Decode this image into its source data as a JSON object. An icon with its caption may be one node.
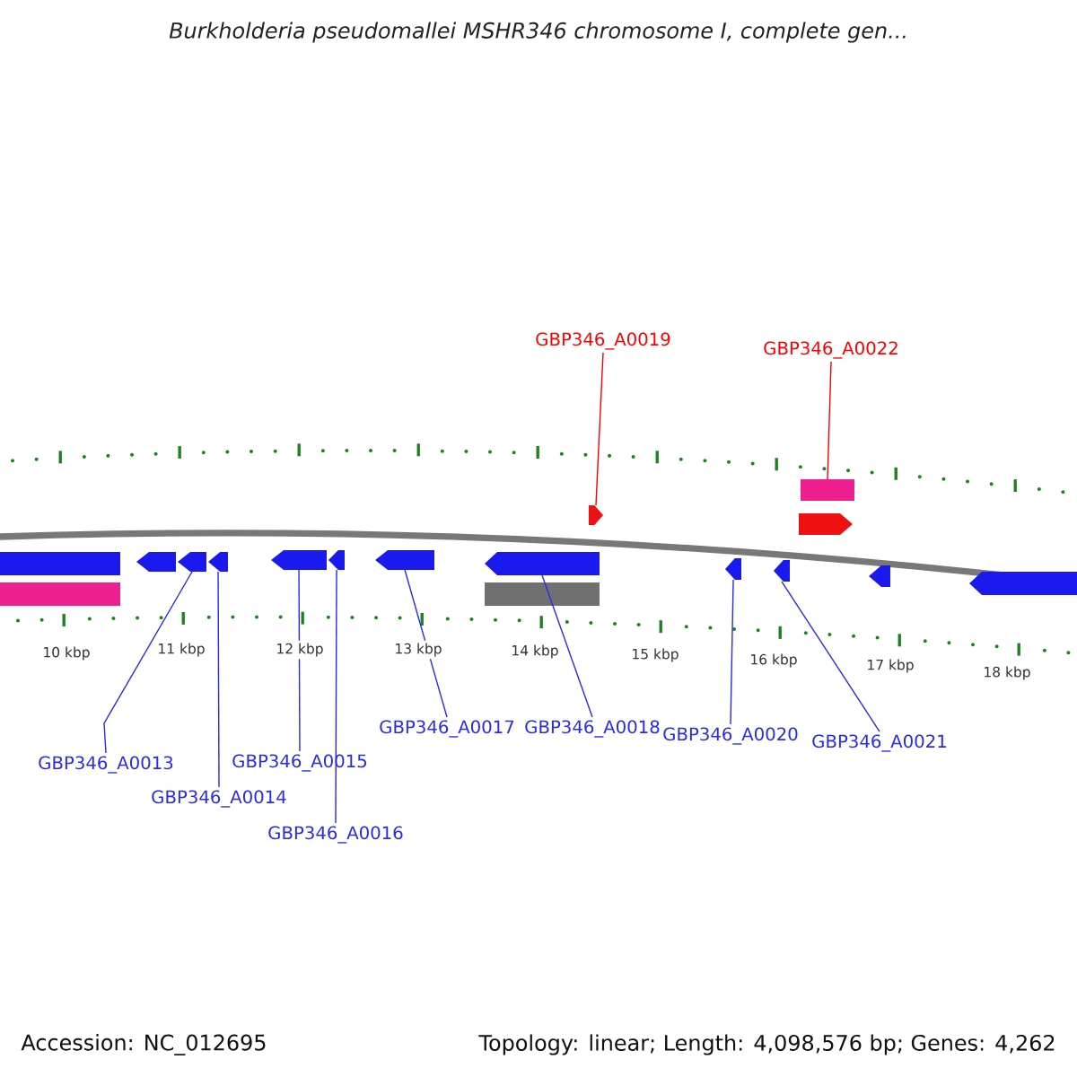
{
  "diagram": {
    "title": "Burkholderia pseudomallei MSHR346 chromosome I, complete gen...",
    "nodes": [
      {
        "text": [
          "GBP346_A0019"
        ]
      },
      {
        "text": [
          "GBP346_A0022"
        ]
      },
      {
        "text": [
          "GBP346_A0013"
        ]
      },
      {
        "text": [
          "GBP346_A0014"
        ]
      },
      {
        "text": [
          "GBP346_A0015"
        ]
      },
      {
        "text": [
          "GBP346_A0016"
        ]
      },
      {
        "text": [
          "GBP346_A0017"
        ]
      },
      {
        "text": [
          "GBP346_A0018"
        ]
      },
      {
        "text": [
          "GBP346_A0020"
        ]
      },
      {
        "text": [
          "GBP346_A0021"
        ]
      },
      {
        "text": [],
        "shape": "bar"
      },
      {
        "text": [],
        "shape": "bar"
      },
      {
        "text": [],
        "shape": "pentagon"
      },
      {
        "text": [],
        "shape": "pentagon"
      },
      {
        "text": [],
        "shape": "pentagon"
      },
      {
        "text": [],
        "shape": "pentagon"
      },
      {
        "text": [],
        "shape": "pentagon"
      },
      {
        "text": [],
        "shape": "pentagon"
      },
      {
        "text": [],
        "shape": "pentagon"
      },
      {
        "text": [],
        "shape": "bar"
      },
      {
        "text": [],
        "shape": "pentagon"
      },
      {
        "text": [],
        "shape": "pentagon"
      },
      {
        "text": [],
        "shape": "pentagon"
      },
      {
        "text": [],
        "shape": "bar"
      },
      {
        "text": [],
        "shape": "pentagon"
      },
      {
        "text": [],
        "shape": "pentagon"
      },
      {
        "text": [],
        "shape": "pentagon"
      }
    ],
    "edges": [
      {
        "from": 0,
        "to": 20,
        "arrow": "none",
        "color": "#ff0000"
      },
      {
        "from": 1,
        "to": 23,
        "arrow": "none",
        "color": "#ff0000"
      },
      {
        "from": 2,
        "to": 13,
        "arrow": "none"
      },
      {
        "from": 3,
        "to": 14,
        "arrow": "none"
      },
      {
        "from": 4,
        "to": 15,
        "arrow": "none"
      },
      {
        "from": 5,
        "to": 16,
        "arrow": "none"
      },
      {
        "from": 6,
        "to": 17,
        "arrow": "none"
      },
      {
        "from": 7,
        "to": 18,
        "arrow": "none"
      },
      {
        "from": 8,
        "to": 21,
        "arrow": "none"
      },
      {
        "from": 9,
        "to": 22,
        "arrow": "none"
      }
    ],
    "labels": [
      "10 kbp",
      "11 kbp",
      "12 kbp",
      "13 kbp",
      "14 kbp",
      "15 kbp",
      "16 kbp",
      "17 kbp",
      "18 kbp",
      "Accession: NC_012695",
      "Topology: linear; Length: 4,098,576 bp; Genes: 4,262"
    ]
  }
}
